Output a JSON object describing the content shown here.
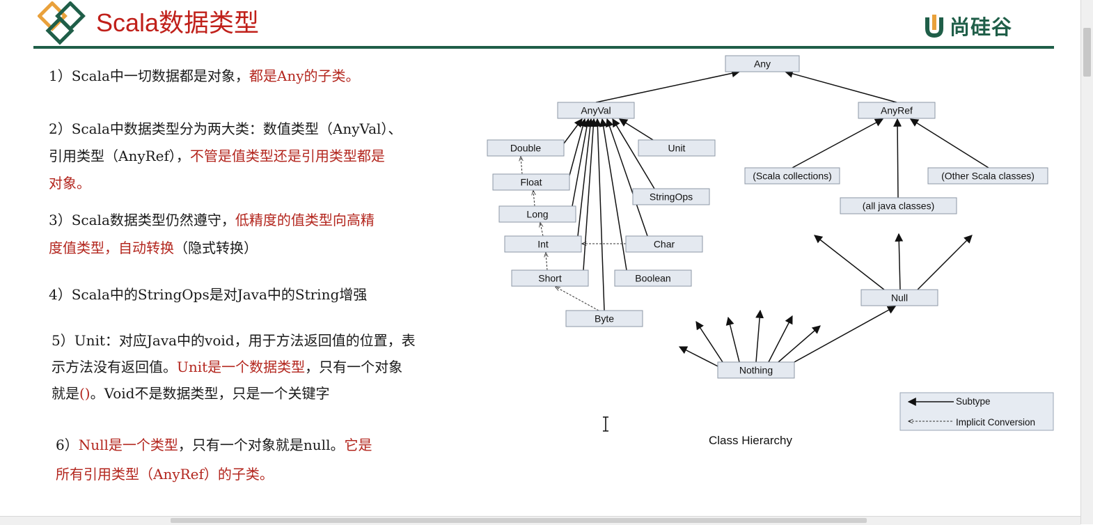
{
  "slide": {
    "title": "Scala数据类型",
    "brand": "尚硅谷",
    "colors": {
      "accent_red": "#c0201a",
      "brand_green": "#1f5e48",
      "text_red": "#b3261e"
    }
  },
  "bullets": [
    {
      "lines": [
        [
          {
            "t": "1）Scala中一切数据都是对象，",
            "c": "black"
          },
          {
            "t": "都是Any的子类。",
            "c": "red"
          }
        ]
      ]
    },
    {
      "lines": [
        [
          {
            "t": "2）Scala中数据类型分为两大类：数值类型（AnyVal）、",
            "c": "black"
          }
        ],
        [
          {
            "t": "引用类型（AnyRef），",
            "c": "black"
          },
          {
            "t": "不管是值类型还是引用类型都是",
            "c": "red"
          }
        ],
        [
          {
            "t": "对象。",
            "c": "red"
          }
        ]
      ]
    },
    {
      "lines": [
        [
          {
            "t": "3）Scala数据类型仍然遵守，",
            "c": "black"
          },
          {
            "t": "低精度的值类型向高精",
            "c": "red"
          }
        ],
        [
          {
            "t": "度值类型，自动转换",
            "c": "red"
          },
          {
            "t": "（隐式转换）",
            "c": "black"
          }
        ]
      ]
    },
    {
      "lines": [
        [
          {
            "t": "4）Scala中的StringOps是对Java中的String增强",
            "c": "black"
          }
        ]
      ]
    },
    {
      "lines": [
        [
          {
            "t": "5）Unit：对应Java中的void，用于方法返回值的位置，表",
            "c": "black"
          }
        ],
        [
          {
            "t": "示方法没有返回值。",
            "c": "black"
          },
          {
            "t": "Unit是一个数据类型",
            "c": "red"
          },
          {
            "t": "，只有一个对象",
            "c": "black"
          }
        ],
        [
          {
            "t": "就是",
            "c": "black"
          },
          {
            "t": "()",
            "c": "red"
          },
          {
            "t": "。Void不是数据类型，只是一个关键字",
            "c": "black"
          }
        ]
      ]
    },
    {
      "lines": [
        [
          {
            "t": "6）",
            "c": "black"
          },
          {
            "t": "Null是一个类型",
            "c": "red"
          },
          {
            "t": "，只有一个对象就是null。",
            "c": "black"
          },
          {
            "t": "它是",
            "c": "red"
          }
        ],
        [
          {
            "t": "所有引用类型（AnyRef）的子类。",
            "c": "red"
          }
        ]
      ]
    }
  ],
  "diagram": {
    "caption": "Class Hierarchy",
    "nodes": [
      {
        "id": "any",
        "label": "Any"
      },
      {
        "id": "anyval",
        "label": "AnyVal"
      },
      {
        "id": "anyref",
        "label": "AnyRef"
      },
      {
        "id": "double",
        "label": "Double"
      },
      {
        "id": "float",
        "label": "Float"
      },
      {
        "id": "long",
        "label": "Long"
      },
      {
        "id": "int",
        "label": "Int"
      },
      {
        "id": "short",
        "label": "Short"
      },
      {
        "id": "byte",
        "label": "Byte"
      },
      {
        "id": "unit",
        "label": "Unit"
      },
      {
        "id": "stringops",
        "label": "StringOps"
      },
      {
        "id": "char",
        "label": "Char"
      },
      {
        "id": "boolean",
        "label": "Boolean"
      },
      {
        "id": "scala_collections",
        "label": "(Scala collections)"
      },
      {
        "id": "all_java_classes",
        "label": "(all java classes)"
      },
      {
        "id": "other_scala_classes",
        "label": "(Other Scala classes)"
      },
      {
        "id": "null",
        "label": "Null"
      },
      {
        "id": "nothing",
        "label": "Nothing"
      }
    ],
    "edges": [
      {
        "from": "anyval",
        "to": "any",
        "kind": "subtype"
      },
      {
        "from": "anyref",
        "to": "any",
        "kind": "subtype"
      },
      {
        "from": "double",
        "to": "anyval",
        "kind": "subtype"
      },
      {
        "from": "float",
        "to": "anyval",
        "kind": "subtype"
      },
      {
        "from": "long",
        "to": "anyval",
        "kind": "subtype"
      },
      {
        "from": "int",
        "to": "anyval",
        "kind": "subtype"
      },
      {
        "from": "short",
        "to": "anyval",
        "kind": "subtype"
      },
      {
        "from": "byte",
        "to": "anyval",
        "kind": "subtype"
      },
      {
        "from": "unit",
        "to": "anyval",
        "kind": "subtype"
      },
      {
        "from": "stringops",
        "to": "anyval",
        "kind": "subtype"
      },
      {
        "from": "char",
        "to": "anyval",
        "kind": "subtype"
      },
      {
        "from": "boolean",
        "to": "anyval",
        "kind": "subtype"
      },
      {
        "from": "scala_collections",
        "to": "anyref",
        "kind": "subtype"
      },
      {
        "from": "all_java_classes",
        "to": "anyref",
        "kind": "subtype"
      },
      {
        "from": "other_scala_classes",
        "to": "anyref",
        "kind": "subtype"
      },
      {
        "from": "null",
        "to": "nothing_target_null",
        "kind": "subtype"
      },
      {
        "from": "nothing",
        "to": "null",
        "kind": "subtype"
      },
      {
        "from": "float",
        "to": "double",
        "kind": "implicit"
      },
      {
        "from": "long",
        "to": "float",
        "kind": "implicit"
      },
      {
        "from": "int",
        "to": "long",
        "kind": "implicit"
      },
      {
        "from": "short",
        "to": "int",
        "kind": "implicit"
      },
      {
        "from": "char",
        "to": "int",
        "kind": "implicit"
      },
      {
        "from": "byte",
        "to": "short",
        "kind": "implicit"
      }
    ],
    "legend": [
      {
        "label": "Subtype",
        "kind": "subtype"
      },
      {
        "label": "Implicit Conversion",
        "kind": "implicit"
      }
    ]
  }
}
